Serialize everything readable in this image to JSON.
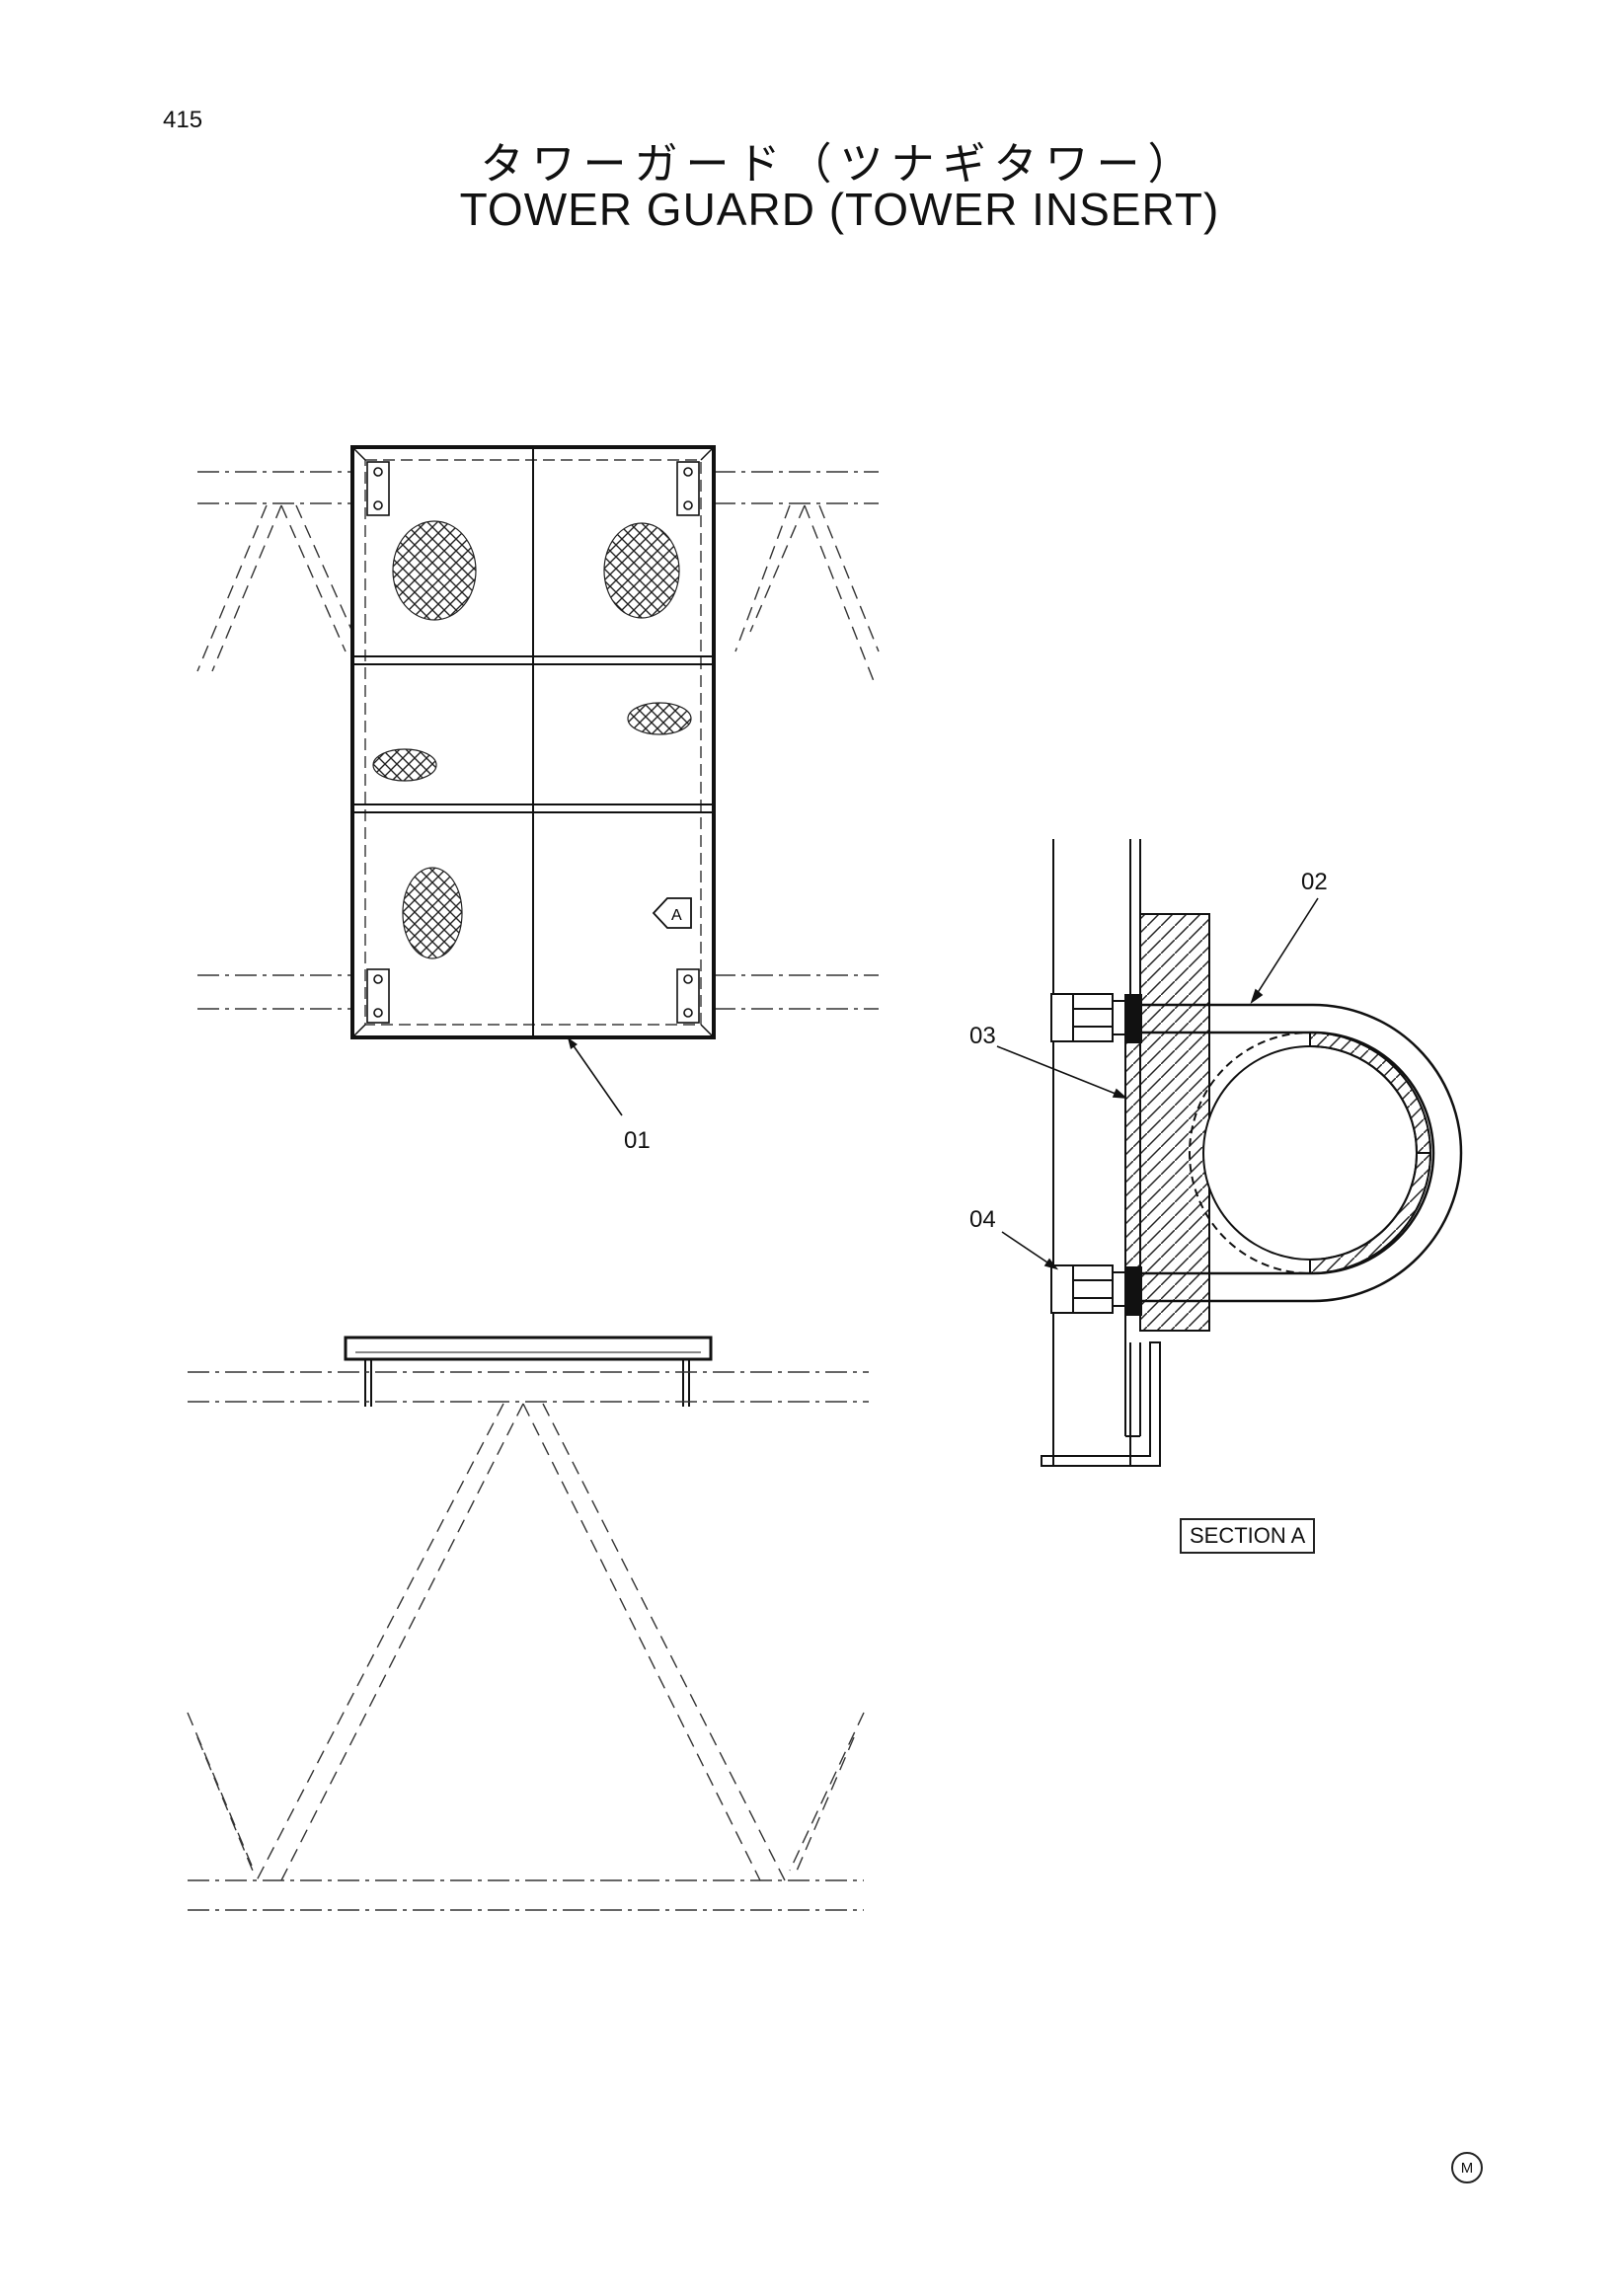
{
  "page": {
    "number": "415",
    "title_jp": "タワーガード（ツナギタワー）",
    "title_en": "TOWER GUARD (TOWER INSERT)"
  },
  "callouts": {
    "part_01": "01",
    "part_02": "02",
    "part_03": "03",
    "part_04": "04",
    "view_a": "A"
  },
  "section_label": "SECTION A",
  "marker_label": "M"
}
